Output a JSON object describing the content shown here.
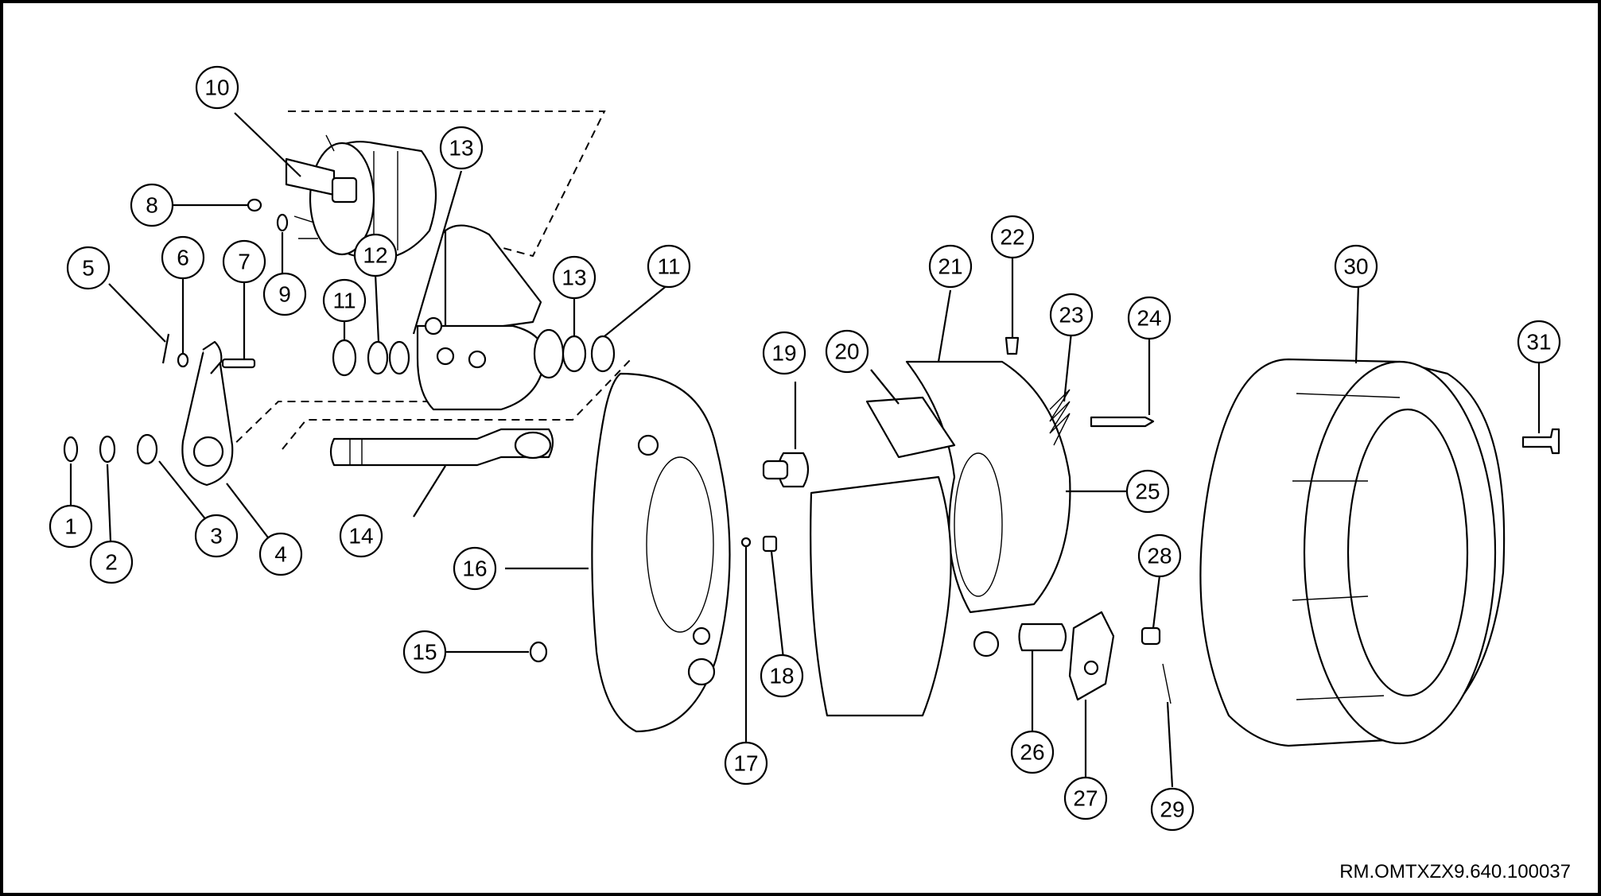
{
  "diagram": {
    "callouts": [
      "1",
      "2",
      "3",
      "4",
      "5",
      "6",
      "7",
      "8",
      "9",
      "10",
      "11",
      "11",
      "12",
      "13",
      "13",
      "14",
      "15",
      "16",
      "17",
      "18",
      "19",
      "20",
      "21",
      "22",
      "23",
      "24",
      "25",
      "26",
      "27",
      "28",
      "29",
      "30",
      "31"
    ],
    "reference_code": "RM.OMTXZX9.640.100037"
  }
}
